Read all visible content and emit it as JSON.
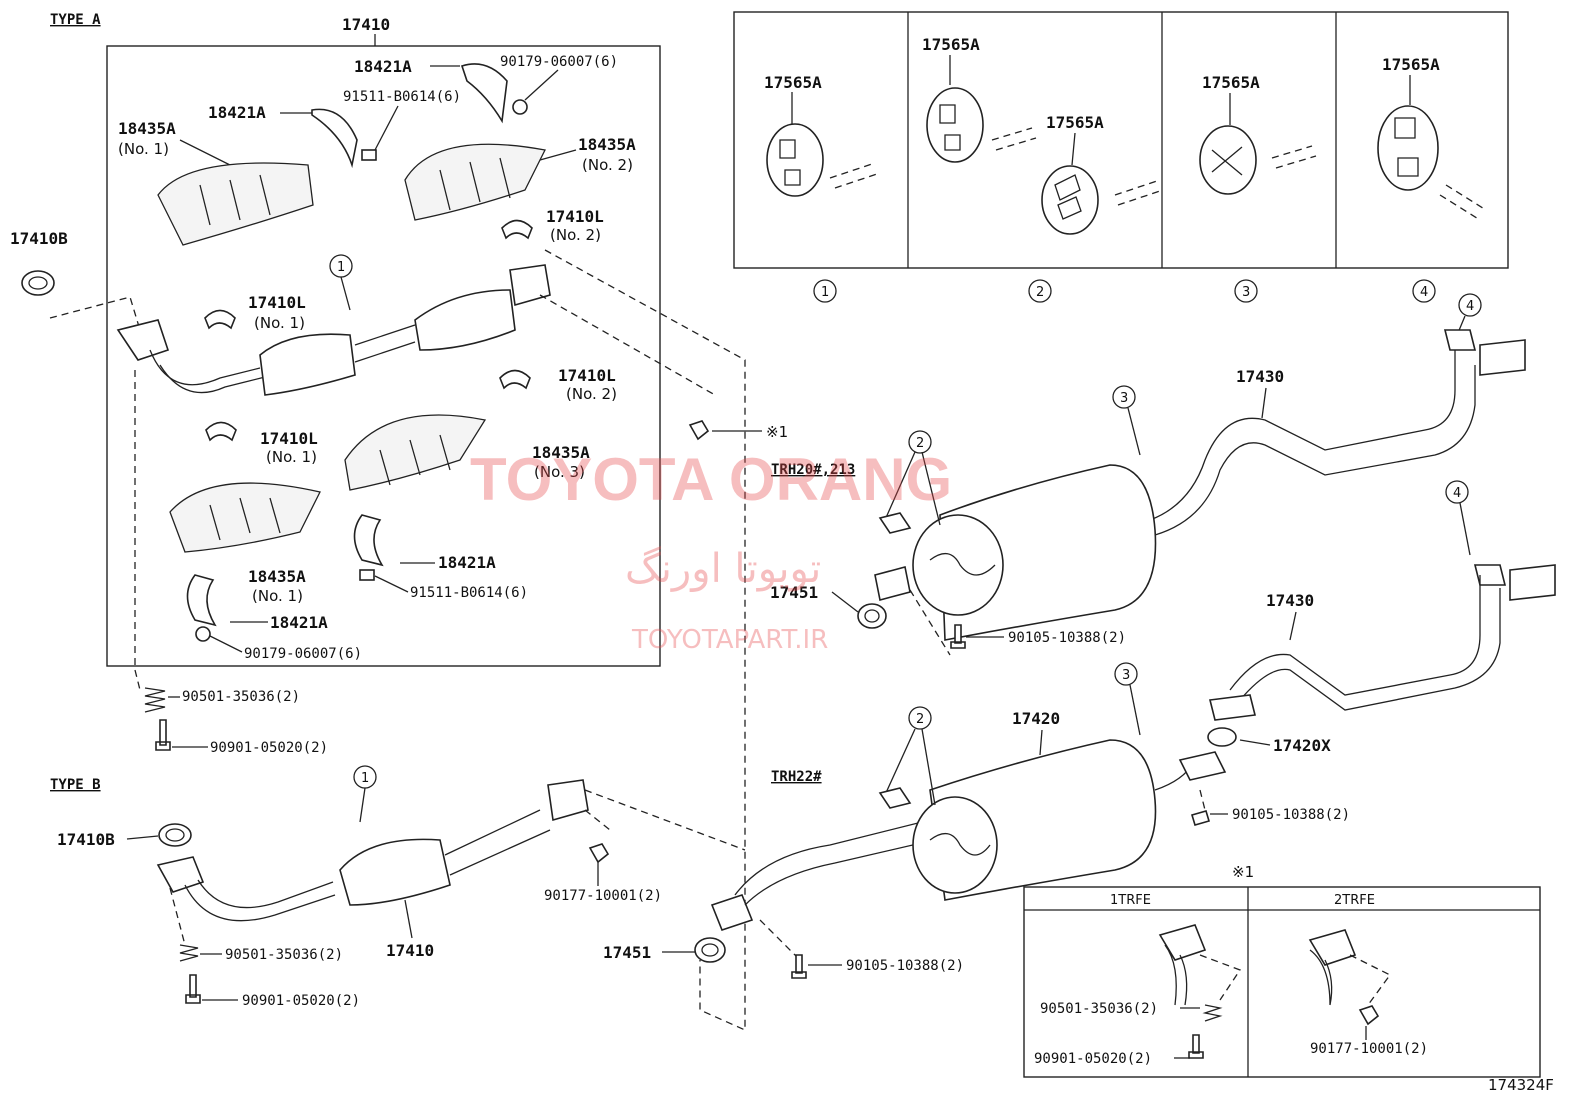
{
  "type_a": {
    "title": "TYPE A",
    "main_part": "17410"
  },
  "type_b": {
    "title": "TYPE B"
  },
  "labels": {
    "p17410B_a": "17410B",
    "p18421A_1": "18421A",
    "p90179_top": "90179-06007(6)",
    "p18421A_2": "18421A",
    "p91511_top": "91511-B0614(6)",
    "p18435A_no1": "18435A",
    "p18435A_no1_sub": "(No. 1)",
    "p18435A_no2": "18435A",
    "p18435A_no2_sub": "(No. 2)",
    "p17410L_no2a": "17410L",
    "p17410L_no2a_sub": "(No. 2)",
    "p17410L_no1a": "17410L",
    "p17410L_no1a_sub": "(No. 1)",
    "p17410L_no2b": "17410L",
    "p17410L_no2b_sub": "(No. 2)",
    "p17410L_no1b": "17410L",
    "p17410L_no1b_sub": "(No. 1)",
    "p18435A_no3": "18435A",
    "p18435A_no3_sub": "(No. 3)",
    "p18435A_no1b": "18435A",
    "p18435A_no1b_sub": "(No. 1)",
    "p18421A_3": "18421A",
    "p91511_bot": "91511-B0614(6)",
    "p18421A_4": "18421A",
    "p90179_bot": "90179-06007(6)",
    "p90501_a": "90501-35036(2)",
    "p90901_a": "90901-05020(2)",
    "note1_marker": "※1",
    "p17410B_b": "17410B",
    "p17410_b": "17410",
    "p90501_b": "90501-35036(2)",
    "p90901_b": "90901-05020(2)",
    "p90177_b": "90177-10001(2)",
    "p17451_b": "17451",
    "p90105_b": "90105-10388(2)",
    "trh20": "TRH20#,213",
    "trh22": "TRH22#",
    "p17430_top": "17430",
    "p17430_bot": "17430",
    "p17451_top": "17451",
    "p90105_top": "90105-10388(2)",
    "p17420": "17420",
    "p17420X": "17420X",
    "p90105_mid": "90105-10388(2)",
    "hanger_1": "17565A",
    "hanger_2a": "17565A",
    "hanger_2b": "17565A",
    "hanger_3": "17565A",
    "hanger_4": "17565A",
    "circle_1": "1",
    "circle_2": "2",
    "circle_3": "3",
    "circle_4": "4",
    "note_box_marker": "※1",
    "note_col1": "1TRFE",
    "note_col2": "2TRFE",
    "note_90501": "90501-35036(2)",
    "note_90901": "90901-05020(2)",
    "note_90177": "90177-10001(2)",
    "figure_code": "174324F"
  },
  "watermark": {
    "brand": "TOYOTA ORANG",
    "persian": "تویوتا اورنگ",
    "site": "TOYOTAPART.IR"
  }
}
